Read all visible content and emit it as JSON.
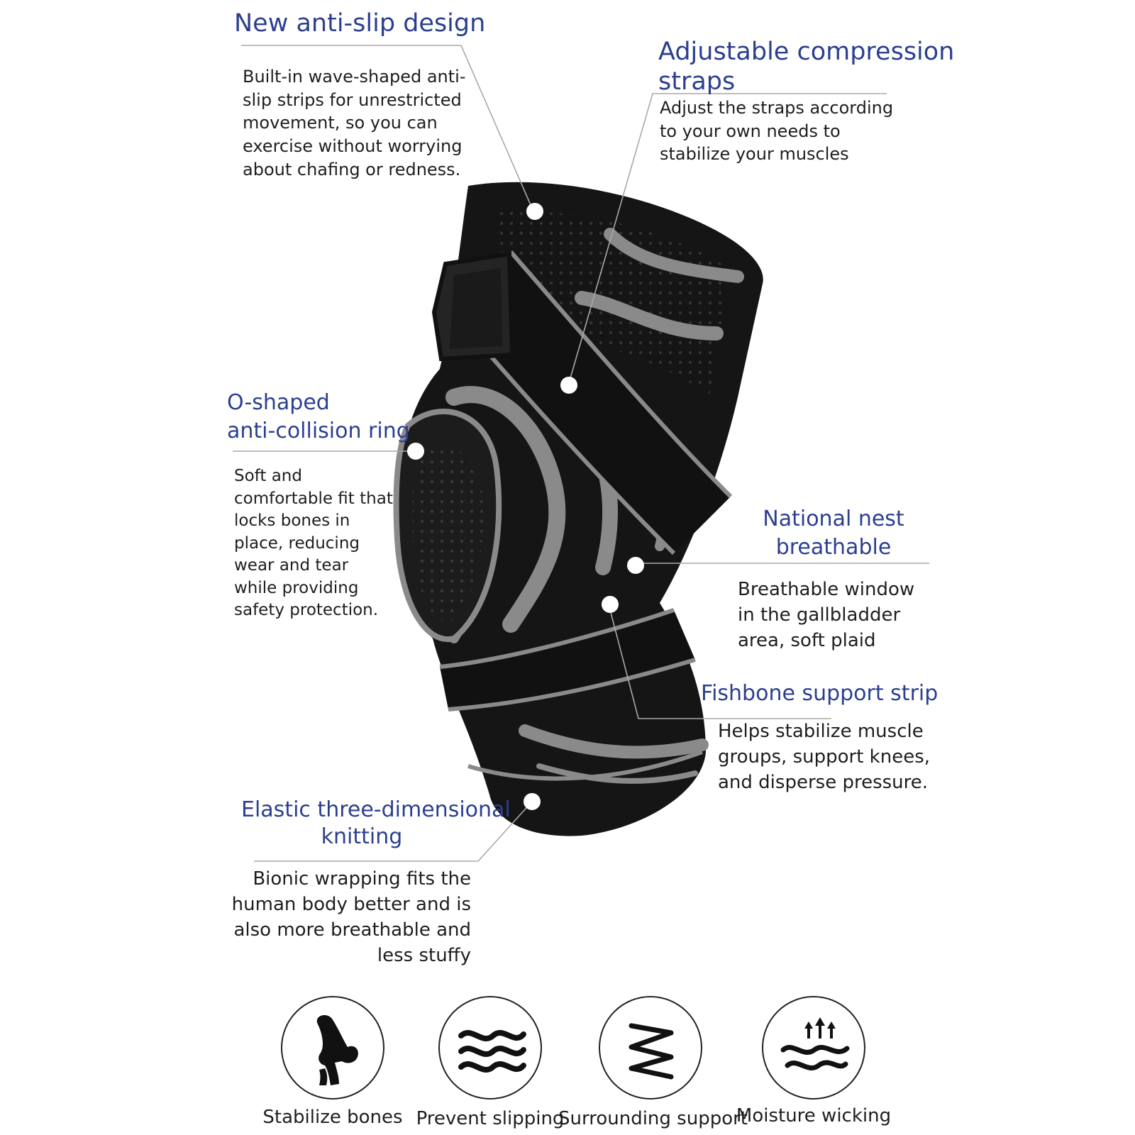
{
  "callouts": {
    "anti_slip": {
      "title": "New anti-slip design",
      "desc": "Built-in wave-shaped anti-slip strips for unrestricted movement, so you can exercise without worrying about chafing or redness."
    },
    "compression": {
      "title_line1": "Adjustable compression",
      "title_line2": "straps",
      "desc": "Adjust the straps according to your own needs to stabilize your muscles"
    },
    "ring": {
      "title_line1": "O-shaped",
      "title_line2": "anti-collision ring",
      "desc": "Soft and comfortable fit that locks bones in place, reducing wear and tear while providing safety protection."
    },
    "breathable": {
      "title_line1": "National nest",
      "title_line2": "breathable",
      "desc": "Breathable window in the gallbladder area, soft plaid"
    },
    "fishbone": {
      "title": "Fishbone support strip",
      "desc": "Helps stabilize muscle groups, support knees, and disperse pressure."
    },
    "knitting": {
      "title_line1": "Elastic three-dimensional",
      "title_line2": "knitting",
      "desc": "Bionic wrapping fits the human body better and is also more breathable and less stuffy"
    }
  },
  "features": [
    {
      "label": "Stabilize bones",
      "icon": "knee-bone-icon"
    },
    {
      "label": "Prevent slipping",
      "icon": "waves-icon"
    },
    {
      "label": "Surrounding support",
      "icon": "zigzag-icon"
    },
    {
      "label": "Moisture wicking",
      "icon": "moisture-arrows-icon"
    }
  ],
  "colors": {
    "title": "#2c3f8f",
    "brace_dark": "#141414",
    "brace_grey": "#8a8a8a",
    "leader": "#a9a9a9"
  }
}
